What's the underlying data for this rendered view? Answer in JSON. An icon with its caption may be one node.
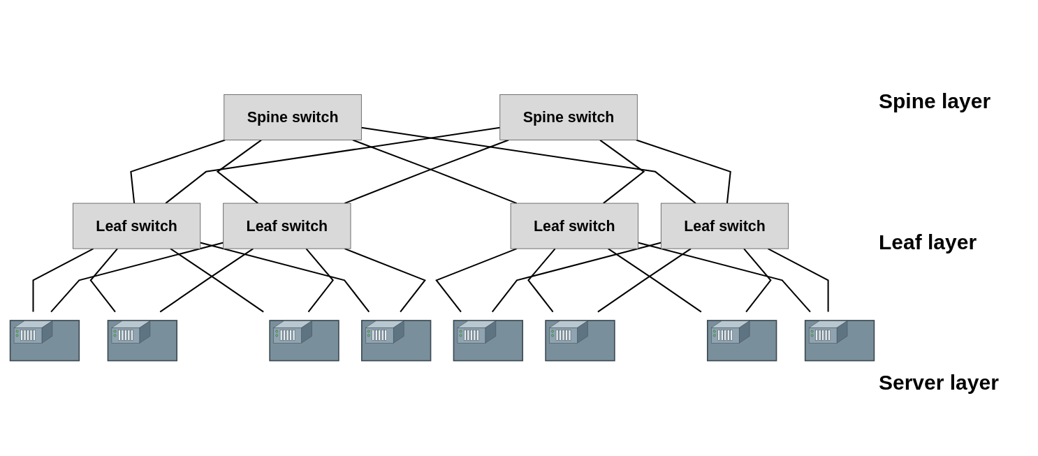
{
  "diagram": {
    "nodes": [
      {
        "text": [
          "Spine switch"
        ]
      },
      {
        "text": [
          "Spine switch"
        ]
      },
      {
        "text": [
          "Leaf switch"
        ]
      },
      {
        "text": [
          "Leaf switch"
        ]
      },
      {
        "text": [
          "Leaf switch"
        ]
      },
      {
        "text": [
          "Leaf switch"
        ]
      },
      {
        "text": [],
        "shape": "picture"
      },
      {
        "text": [],
        "shape": "picture"
      },
      {
        "text": [],
        "shape": "picture"
      },
      {
        "text": [],
        "shape": "picture"
      },
      {
        "text": [],
        "shape": "picture"
      },
      {
        "text": [],
        "shape": "picture"
      },
      {
        "text": [],
        "shape": "picture"
      },
      {
        "text": [],
        "shape": "picture"
      }
    ],
    "edges": [
      {
        "from": 0,
        "to": 2,
        "arrow": "none"
      },
      {
        "from": 0,
        "to": 3,
        "arrow": "none"
      },
      {
        "from": 0,
        "to": 4,
        "arrow": "none"
      },
      {
        "from": 0,
        "to": 5,
        "arrow": "none"
      },
      {
        "from": 1,
        "to": 2,
        "arrow": "none"
      },
      {
        "from": 1,
        "to": 3,
        "arrow": "none"
      },
      {
        "from": 1,
        "to": 4,
        "arrow": "none"
      },
      {
        "from": 1,
        "to": 5,
        "arrow": "none"
      },
      {
        "from": 2,
        "to": 6,
        "arrow": "none"
      },
      {
        "from": 2,
        "to": 7,
        "arrow": "none"
      },
      {
        "from": 2,
        "to": 8,
        "arrow": "none"
      },
      {
        "from": 2,
        "to": 9,
        "arrow": "none"
      },
      {
        "from": 3,
        "to": 6,
        "arrow": "none"
      },
      {
        "from": 3,
        "to": 7,
        "arrow": "none"
      },
      {
        "from": 3,
        "to": 8,
        "arrow": "none"
      },
      {
        "from": 3,
        "to": 9,
        "arrow": "none"
      },
      {
        "from": 4,
        "to": 10,
        "arrow": "none"
      },
      {
        "from": 4,
        "to": 11,
        "arrow": "none"
      },
      {
        "from": 4,
        "to": 12,
        "arrow": "none"
      },
      {
        "from": 4,
        "to": 13,
        "arrow": "none"
      },
      {
        "from": 5,
        "to": 10,
        "arrow": "none"
      },
      {
        "from": 5,
        "to": 11,
        "arrow": "none"
      },
      {
        "from": 5,
        "to": 12,
        "arrow": "none"
      },
      {
        "from": 5,
        "to": 13,
        "arrow": "none"
      }
    ],
    "labels": [
      "Spine layer",
      "Leaf layer",
      "Server layer"
    ]
  }
}
